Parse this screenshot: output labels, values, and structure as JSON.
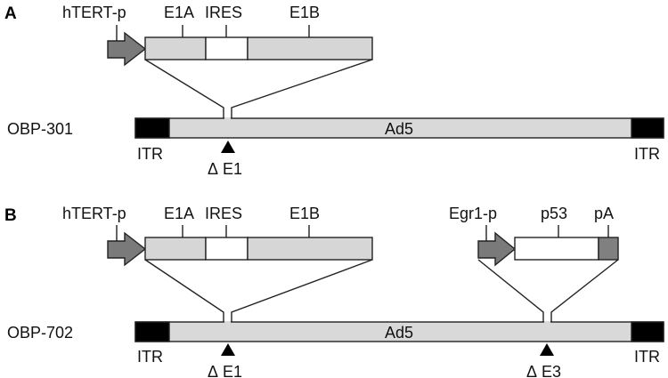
{
  "panels": [
    {
      "letter": "A",
      "vector_name": "OBP-301",
      "genome_label": "Ad5",
      "itr_left": "ITR",
      "itr_right": "ITR",
      "deletions": [
        {
          "label": "E1"
        }
      ],
      "cassettes": [
        {
          "labels": [
            "hTERT-p",
            "E1A",
            "IRES",
            "E1B"
          ]
        }
      ]
    },
    {
      "letter": "B",
      "vector_name": "OBP-702",
      "genome_label": "Ad5",
      "itr_left": "ITR",
      "itr_right": "ITR",
      "deletions": [
        {
          "label": "E1"
        },
        {
          "label": "E3"
        }
      ],
      "cassettes": [
        {
          "labels": [
            "hTERT-p",
            "E1A",
            "IRES",
            "E1B"
          ]
        },
        {
          "labels": [
            "Egr1-p",
            "p53",
            "pA"
          ]
        }
      ]
    }
  ],
  "symbols": {
    "delta": "Δ"
  },
  "colors": {
    "itr": "#000000",
    "genome": "#d9d9d9",
    "e1a": "#d6d6d6",
    "ires": "#ffffff",
    "e1b": "#d6d6d6",
    "promoter_arrow": "#7a7a7a",
    "p53": "#ffffff",
    "pA": "#808080",
    "deletion_marker": "#000000"
  }
}
